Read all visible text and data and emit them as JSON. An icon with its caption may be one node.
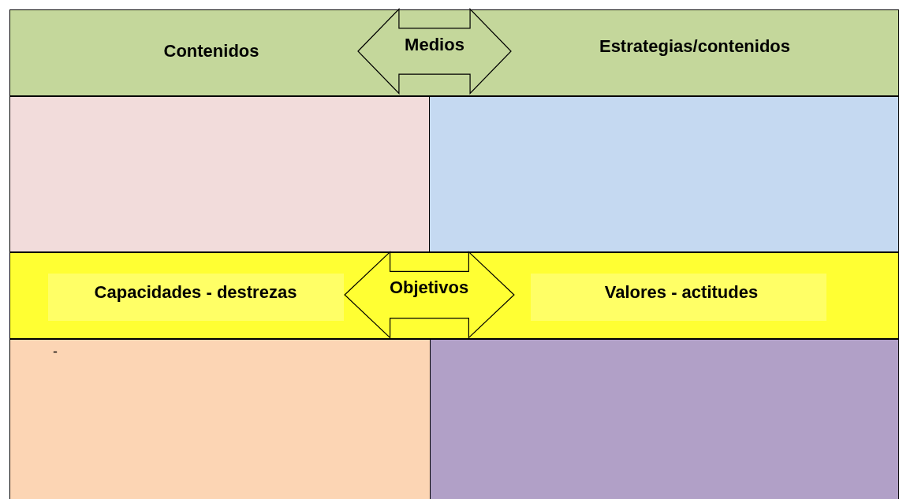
{
  "diagram": {
    "nodes": [
      {
        "text": [
          "Contenidos",
          "Estrategias/contenidos"
        ]
      },
      {
        "text": [
          "Medios"
        ],
        "in": 0
      },
      {
        "text": [],
        "shape": "box"
      },
      {
        "text": [],
        "shape": "box"
      },
      {
        "text": [],
        "shape": "box"
      },
      {
        "text": [
          "Capacidades - destrezas"
        ],
        "in": 4
      },
      {
        "text": [
          "Objetivos"
        ],
        "in": 4
      },
      {
        "text": [
          "Valores - actitudes"
        ],
        "in": 4
      },
      {
        "text": [
          "-"
        ]
      },
      {
        "text": [],
        "shape": "box"
      }
    ]
  }
}
